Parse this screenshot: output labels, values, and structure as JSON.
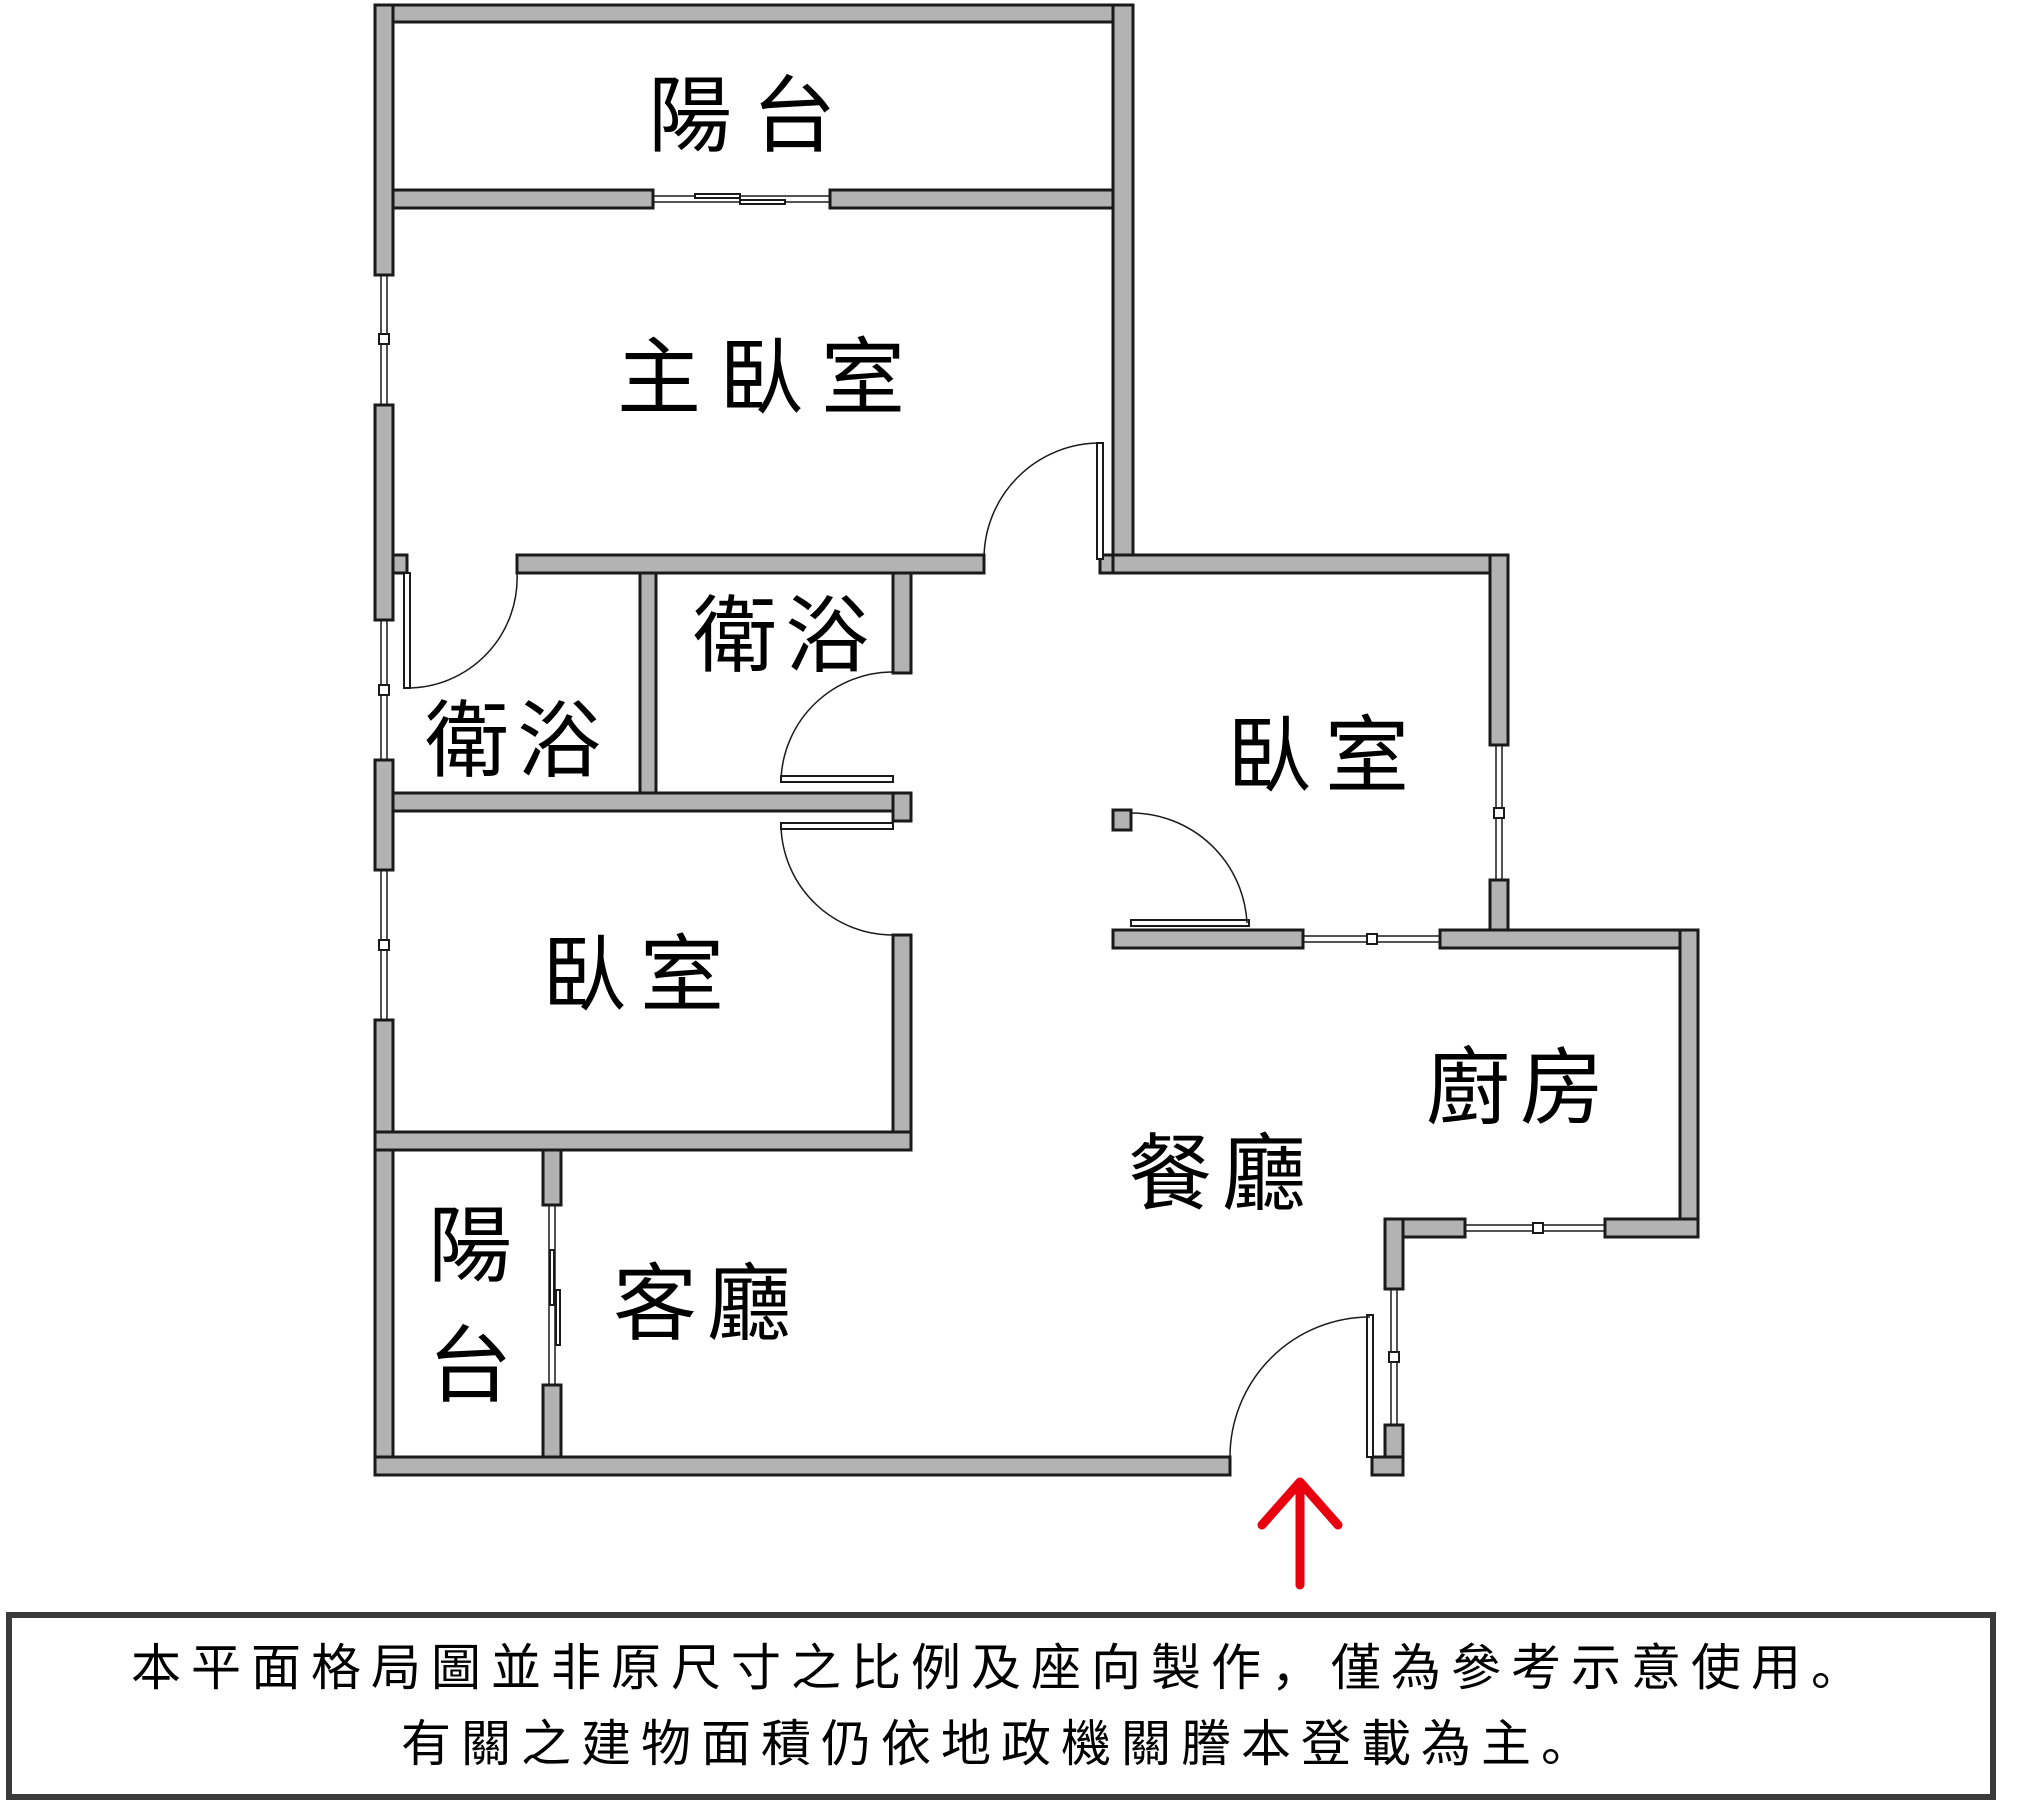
{
  "rooms": {
    "balcony_top": "陽台",
    "master_bedroom": "主臥室",
    "bathroom_left": "衛浴",
    "bathroom_right": "衛浴",
    "bedroom_left": "臥室",
    "bedroom_right": "臥室",
    "kitchen": "廚房",
    "dining": "餐廳",
    "living": "客廳",
    "balcony_left_1": "陽",
    "balcony_left_2": "台"
  },
  "entrance": {
    "arrow_color": "#e8000f"
  },
  "disclaimer": {
    "line1": "本平面格局圖並非原尺寸之比例及座向製作，僅為參考示意使用。",
    "line2": "有關之建物面積仍依地政機關謄本登載為主。"
  },
  "colors": {
    "wall_fill": "#b3b3b3",
    "wall_stroke": "#1a1a1a",
    "frame": "#3b3b3b"
  }
}
